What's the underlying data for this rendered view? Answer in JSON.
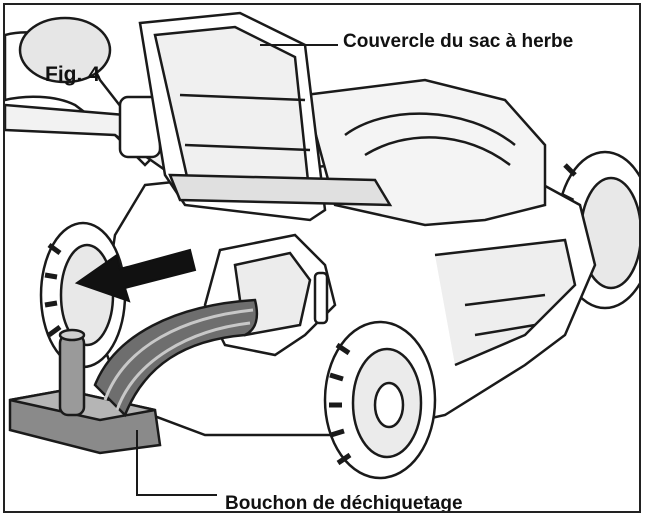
{
  "figure": {
    "label": "Fig. 4"
  },
  "callouts": {
    "cover": "Couvercle du sac à herbe",
    "plug": "Bouchon de déchiquetage"
  },
  "colors": {
    "line": "#1a1a1a",
    "body": "#ffffff",
    "shade": "#d9d9d9",
    "plug": "#8a8a8a",
    "plug_dark": "#5c5c5c",
    "arrow": "#111111"
  }
}
